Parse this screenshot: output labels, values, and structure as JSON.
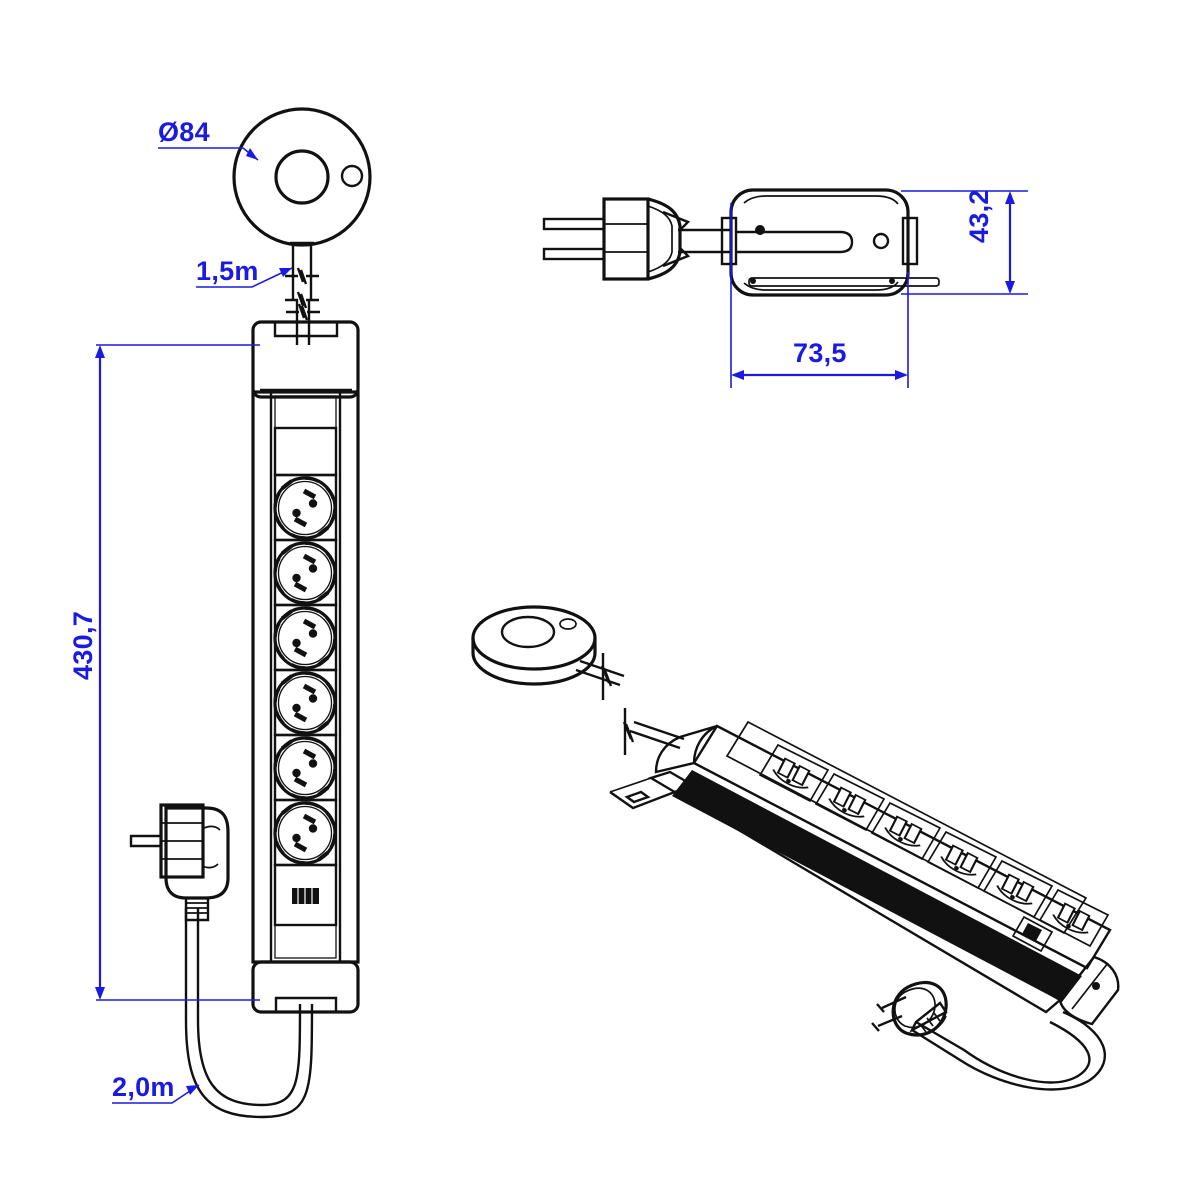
{
  "drawing": {
    "title": "Six-socket power strip with cable reel – dimensioned technical drawing",
    "units": "mm (lengths in m where noted)",
    "line_color": "#111111",
    "dimension_color": "#1a1ae0",
    "background": "#ffffff"
  },
  "dimensions": {
    "reel_diameter": "Ø84",
    "reel_cable_length": "1,5m",
    "strip_length": "430,7",
    "strip_width": "73,5",
    "strip_height": "43,2",
    "supply_cable_length": "2,0m"
  },
  "views": {
    "top_left": {
      "name": "cable-reel-top-view",
      "label": "Cable reel, plan view",
      "callouts": [
        "Ø84",
        "1,5m"
      ]
    },
    "left": {
      "name": "power-strip-front-view",
      "label": "Power strip, front view",
      "socket_count": 6,
      "has_switch": true,
      "callouts": [
        "430,7",
        "2,0m"
      ]
    },
    "top_right": {
      "name": "power-strip-end-view",
      "label": "Power strip, end view with plug",
      "callouts": [
        "73,5",
        "43,2"
      ]
    },
    "bottom_right": {
      "name": "assembly-isometric-view",
      "label": "Assembly, isometric view",
      "socket_count": 6,
      "has_switch": true
    }
  },
  "components": {
    "cable_reel": "cable-reel",
    "schuko_socket": "schuko-socket",
    "schuko_plug": "schuko-plug",
    "rocker_switch": "rocker-switch",
    "supply_cable": "supply-cable",
    "end_cap": "end-cap"
  }
}
